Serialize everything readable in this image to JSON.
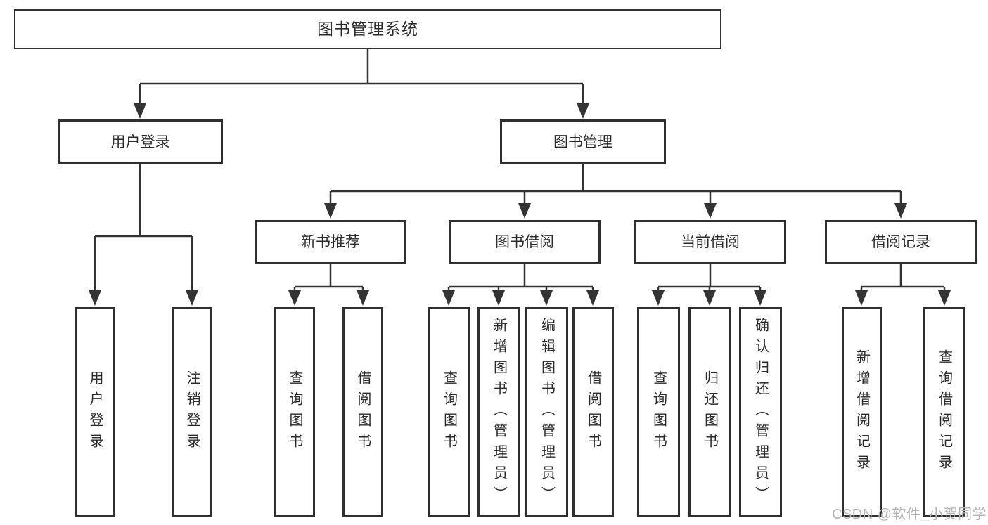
{
  "diagram": {
    "root": {
      "label": "图书管理系统"
    },
    "login": {
      "label": "用户登录",
      "children": [
        {
          "label": "用户登录"
        },
        {
          "label": "注销登录"
        }
      ]
    },
    "management": {
      "label": "图书管理",
      "sections": [
        {
          "label": "新书推荐",
          "children": [
            {
              "label": "查询图书"
            },
            {
              "label": "借阅图书"
            }
          ]
        },
        {
          "label": "图书借阅",
          "children": [
            {
              "label": "查询图书"
            },
            {
              "label": "新增图书（管理员）"
            },
            {
              "label": "编辑图书（管理员）"
            },
            {
              "label": "借阅图书"
            }
          ]
        },
        {
          "label": "当前借阅",
          "children": [
            {
              "label": "查询图书"
            },
            {
              "label": "归还图书"
            },
            {
              "label": "确认归还（管理员）"
            }
          ]
        },
        {
          "label": "借阅记录",
          "children": [
            {
              "label": "新增借阅记录"
            },
            {
              "label": "查询借阅记录"
            }
          ]
        }
      ]
    }
  },
  "watermark": {
    "text": "CSDN @软件_小贺同学"
  },
  "colors": {
    "background": "#ffffff",
    "box_border": "#2f2f2f",
    "connector_line": "#333333",
    "text": "#2b2b2b",
    "watermark_text": "#b5b5b5"
  }
}
